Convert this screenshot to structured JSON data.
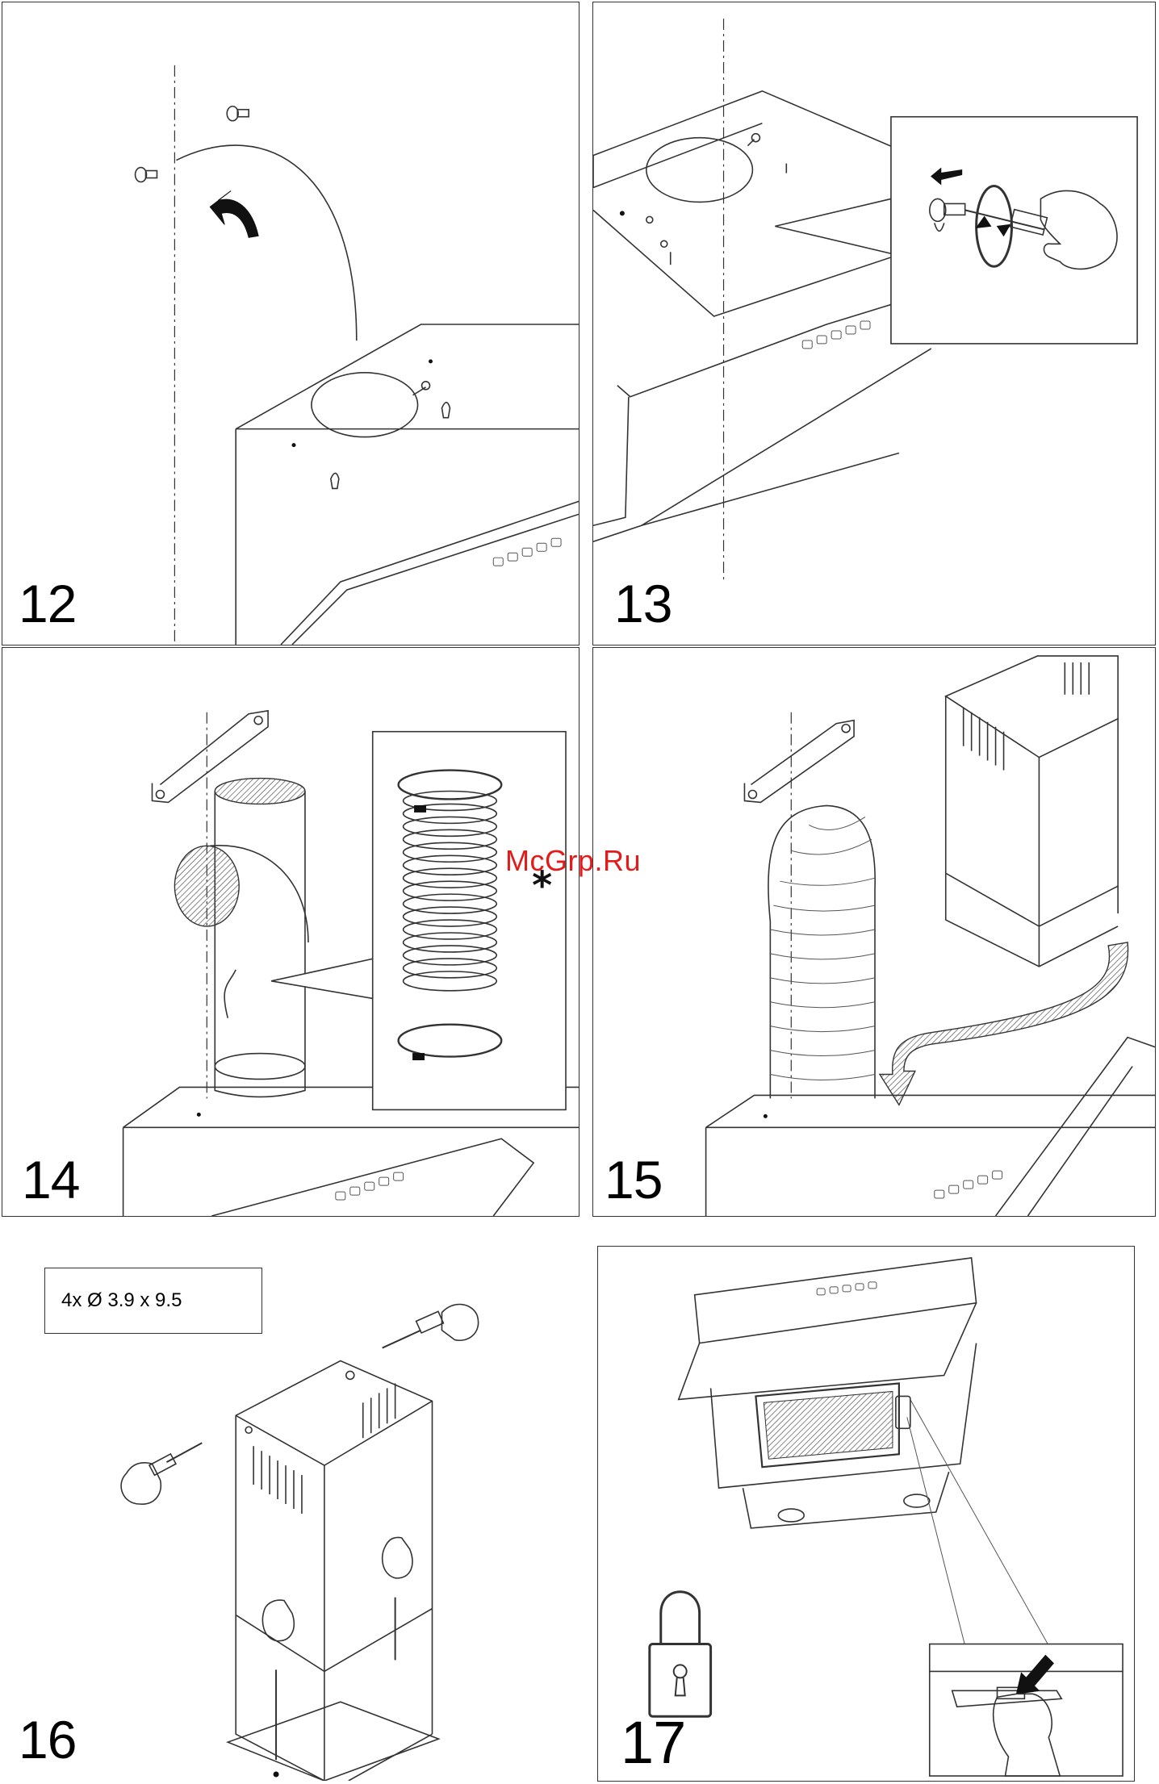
{
  "steps": [
    {
      "number": "12"
    },
    {
      "number": "13"
    },
    {
      "number": "14"
    },
    {
      "number": "15"
    },
    {
      "number": "16",
      "spec": "4x Ø 3.9 x 9.5"
    },
    {
      "number": "17"
    }
  ],
  "watermark": "McGrp.Ru",
  "icons": [
    "screw-icon",
    "curved-arrow-icon",
    "screwdriver-icon",
    "hand-icon",
    "duct-clamp-icon",
    "padlock-icon",
    "asterisk-icon"
  ]
}
